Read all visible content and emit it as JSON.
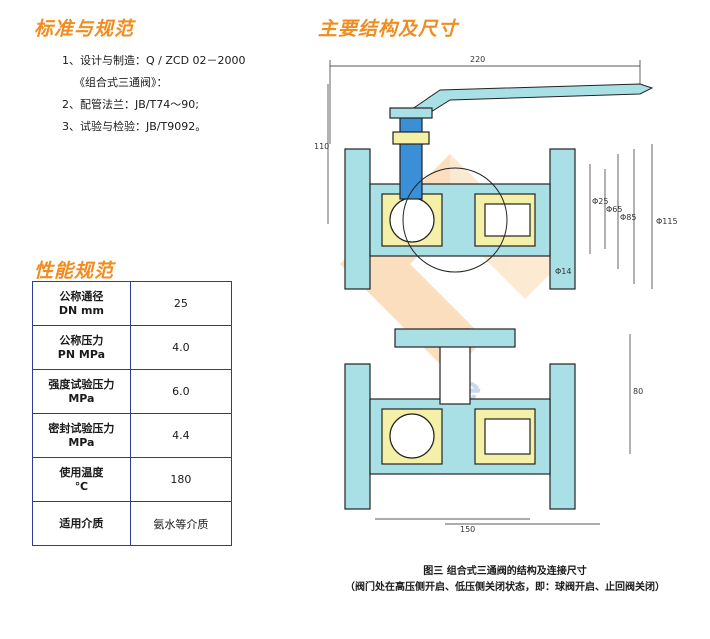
{
  "headings": {
    "standards": "标准与规范",
    "structure": "主要结构及尺寸",
    "performance": "性能规范"
  },
  "standards": [
    "1、设计与制造：Q / ZCD 02－2000",
    "《组合式三通阀》：",
    "2、配管法兰：JB/T74～90;",
    "3、试验与检验：JB/T9092。"
  ],
  "spec_table": [
    {
      "key_line1": "公称通径",
      "key_line2": "DN  mm",
      "value": "25"
    },
    {
      "key_line1": "公称压力",
      "key_line2": "PN  MPa",
      "value": "4.0"
    },
    {
      "key_line1": "强度试验压力",
      "key_line2": "MPa",
      "value": "6.0"
    },
    {
      "key_line1": "密封试验压力",
      "key_line2": "MPa",
      "value": "4.4"
    },
    {
      "key_line1": "使用温度",
      "key_line2": "℃",
      "value": "180"
    },
    {
      "key_line1": "适用介质",
      "key_line2": "",
      "value": "氨水等介质"
    }
  ],
  "drawing": {
    "dimensions": [
      "220",
      "110",
      "Φ115",
      "Φ85",
      "Φ65",
      "Φ25",
      "Φ14",
      "80",
      "150"
    ],
    "colors": {
      "body": "#a9e0e6",
      "stem": "#3b8fd6",
      "ring": "#f5f0a8",
      "outline": "#222222",
      "watermark": "#f6c48a",
      "watermark_text": "#b6c6ea"
    }
  },
  "caption": {
    "title": "图三  组合式三通阀的结构及连接尺寸",
    "note": "（阀门处在高压侧开启、低压侧关闭状态，即：球阀开启、止回阀关闭）"
  }
}
